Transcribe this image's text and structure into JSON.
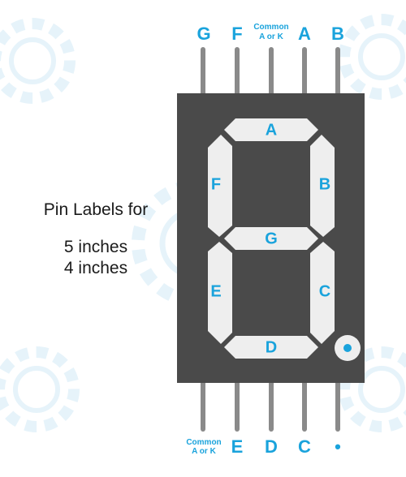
{
  "side_text": {
    "title": "Pin Labels for",
    "line1": "5 inches",
    "line2": "4 inches"
  },
  "top_pins": [
    {
      "id": "G",
      "label": "G"
    },
    {
      "id": "F",
      "label": "F"
    },
    {
      "id": "common",
      "label_line1": "Common",
      "label_line2": "A or K"
    },
    {
      "id": "A",
      "label": "A"
    },
    {
      "id": "B",
      "label": "B"
    }
  ],
  "bottom_pins": [
    {
      "id": "common",
      "label_line1": "Common",
      "label_line2": "A or K"
    },
    {
      "id": "E",
      "label": "E"
    },
    {
      "id": "D",
      "label": "D"
    },
    {
      "id": "C",
      "label": "C"
    },
    {
      "id": "dp",
      "label": "•"
    }
  ],
  "segments": {
    "A": "A",
    "B": "B",
    "C": "C",
    "D": "D",
    "E": "E",
    "F": "F",
    "G": "G"
  },
  "colors": {
    "accent": "#1aa3dc",
    "body": "#4a4a4a",
    "segment": "#eeeeee",
    "pin": "#8a8a8a",
    "text": "#1a1a1a",
    "watermark": "#e6f3fa"
  }
}
